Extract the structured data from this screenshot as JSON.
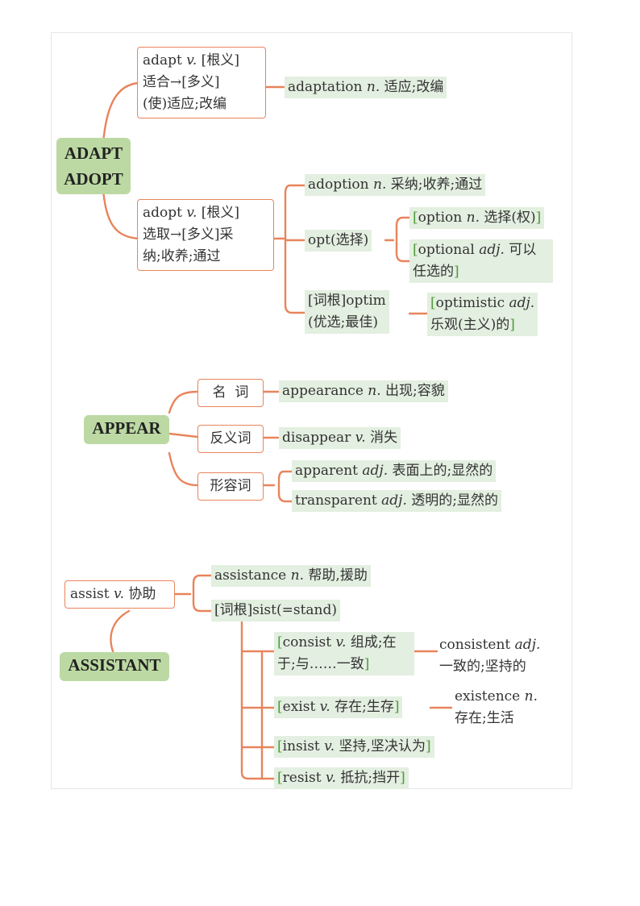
{
  "adapt": {
    "root": [
      "ADAPT",
      "ADOPT"
    ],
    "adapt_box": [
      "adapt",
      " v.",
      " [根义]",
      "适合→[多义]",
      "(使)适应;改编"
    ],
    "adaptation": [
      "adaptation",
      " n.",
      " 适应;改编"
    ],
    "adopt_box": [
      "adopt",
      " v.",
      " [根义]",
      "选取→[多义]采",
      "纳;收养;通过"
    ],
    "adoption": [
      "adoption",
      " n.",
      " 采纳;收养;通过"
    ],
    "opt": "opt(选择)",
    "option": [
      "[",
      "option",
      " n.",
      " 选择(权)",
      "]"
    ],
    "optional": [
      "[",
      "optional ",
      "adj.",
      " 可以",
      "任选的",
      "]"
    ],
    "optim": [
      "[词根]optim",
      "(优选;最佳)"
    ],
    "optimistic": [
      "[",
      "optimistic ",
      "adj.",
      "乐观(主义)的",
      "]"
    ]
  },
  "appear": {
    "root": "APPEAR",
    "noun_label": "名  词",
    "appearance": [
      "appearance",
      " n.",
      " 出现;容貌"
    ],
    "antonym_label": "反义词",
    "disappear": [
      "disappear",
      " v.",
      " 消失"
    ],
    "adj_label": "形容词",
    "apparent": [
      "apparent ",
      "adj.",
      " 表面上的;显然的"
    ],
    "transparent": [
      "transparent ",
      "adj.",
      " 透明的;显然的"
    ]
  },
  "assistant": {
    "root": "ASSISTANT",
    "assist_box": [
      "assist",
      " v.",
      " 协助"
    ],
    "assistance": [
      "assistance",
      " n.",
      " 帮助,援助"
    ],
    "sist": "[词根]sist(=stand)",
    "consist": [
      "[",
      "consist",
      " v.",
      " 组成;在",
      "于;与……一致",
      "]"
    ],
    "consistent": [
      "consistent ",
      "adj.",
      "一致的;坚持的"
    ],
    "exist": [
      "[",
      "exist",
      " v.",
      " 存在;生存",
      "]"
    ],
    "existence": [
      "existence",
      " n.",
      "存在;生活"
    ],
    "insist": [
      "[",
      "insist",
      " v.",
      " 坚持,坚决认为",
      "]"
    ],
    "resist": [
      "[",
      "resist",
      " v.",
      " 抵抗;挡开",
      "]"
    ]
  },
  "colors": {
    "line": "#e8845c",
    "root_fill": "#bcd9a3",
    "leaf_fill": "#e3efe0",
    "bracket": "#4f9a3c"
  }
}
